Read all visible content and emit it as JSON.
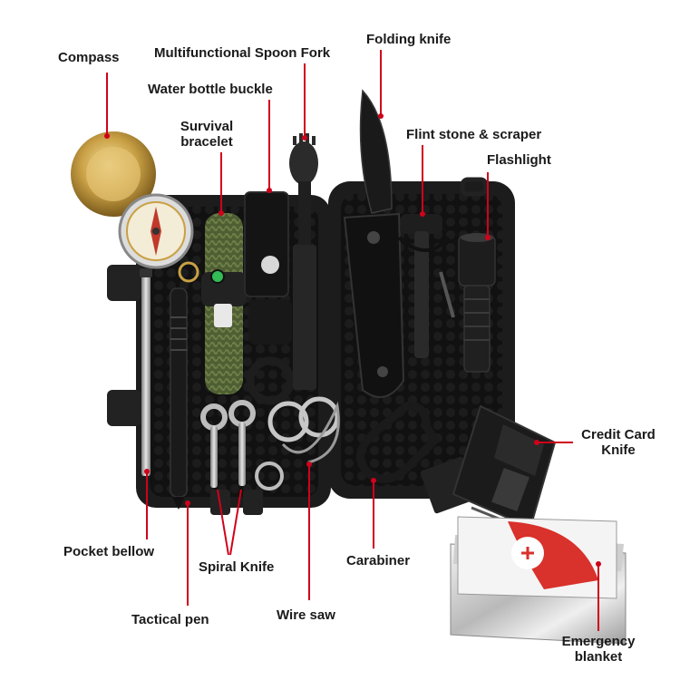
{
  "colors": {
    "background": "#ffffff",
    "case": "#1b1b1b",
    "case_inner": "#0f0f0f",
    "leader_line": "#d0021b",
    "label_text": "#1a1a1a",
    "brass": "#c9a045",
    "olive": "#5a6b3a",
    "steel": "#b8b8b8",
    "foil": "#d8d8d8",
    "blanket_red": "#d9312b"
  },
  "labels": {
    "compass": "Compass",
    "spoon_fork": "Multifunctional Spoon Fork",
    "folding_knife": "Folding knife",
    "bottle_buckle": "Water bottle buckle",
    "bracelet_1": "Survival",
    "bracelet_2": "bracelet",
    "flint": "Flint stone & scraper",
    "flashlight": "Flashlight",
    "card_knife_1": "Credit Card",
    "card_knife_2": "Knife",
    "pocket_bellow": "Pocket bellow",
    "spiral_knife": "Spiral Knife",
    "carabiner": "Carabiner",
    "tactical_pen": "Tactical pen",
    "wire_saw": "Wire saw",
    "blanket_1": "Emergency",
    "blanket_2": "blanket"
  },
  "icons": [
    "compass-icon",
    "spoon-fork-icon",
    "folding-knife-icon",
    "bottle-buckle-icon",
    "bracelet-icon",
    "flint-icon",
    "flashlight-icon",
    "card-knife-icon",
    "pocket-bellow-icon",
    "spiral-knife-icon",
    "carabiner-icon",
    "tactical-pen-icon",
    "wire-saw-icon",
    "emergency-blanket-icon"
  ]
}
